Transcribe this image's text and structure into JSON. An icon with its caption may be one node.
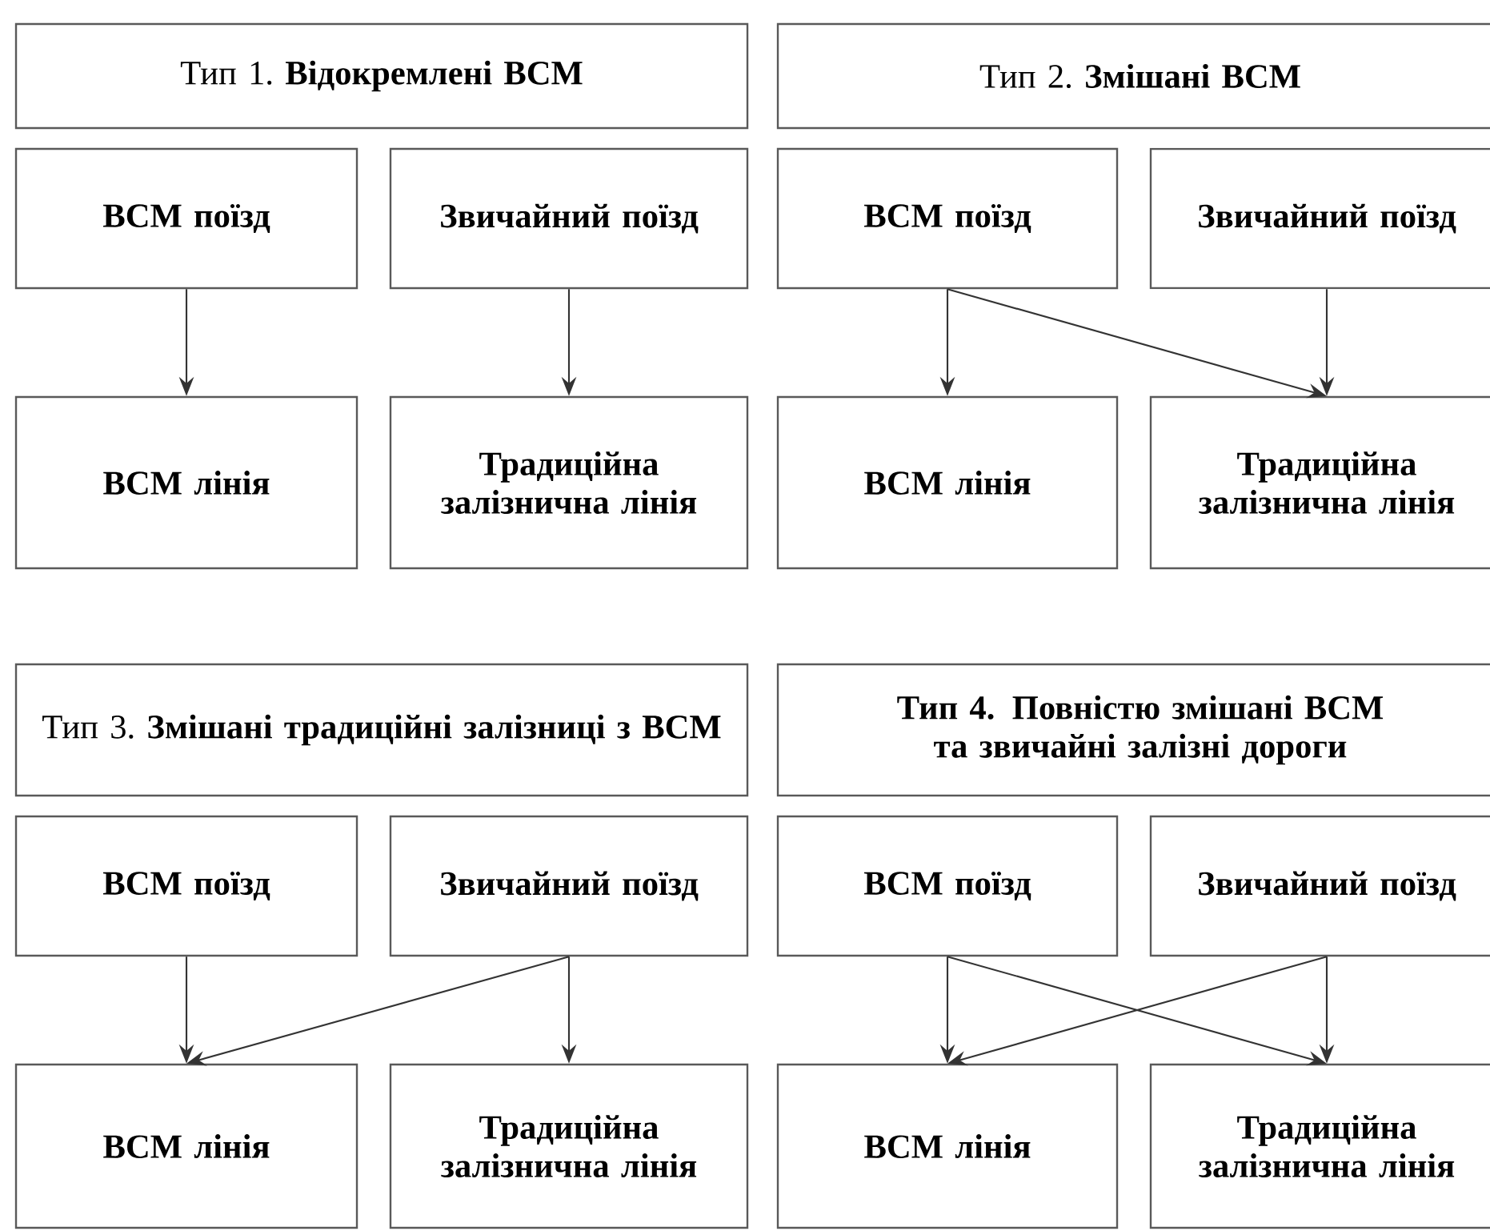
{
  "diagram": {
    "nodes": [
      {
        "text": [
          "Тип 1.",
          "Відокремлені ВСМ"
        ]
      },
      {
        "text": [
          "ВСМ поїзд"
        ]
      },
      {
        "text": [
          "Звичайний поїзд"
        ]
      },
      {
        "text": [
          "ВСМ лінія"
        ]
      },
      {
        "text": [
          "Традиційна залізнична лінія"
        ]
      },
      {
        "text": [
          "Тип 2.",
          "Змішані ВСМ"
        ]
      },
      {
        "text": [
          "ВСМ поїзд"
        ]
      },
      {
        "text": [
          "Звичайний поїзд"
        ]
      },
      {
        "text": [
          "ВСМ лінія"
        ]
      },
      {
        "text": [
          "Традиційна залізнична лінія"
        ]
      },
      {
        "text": [
          "Тип 3.",
          "Змішані традиційні залізниці з ВСМ"
        ]
      },
      {
        "text": [
          "ВСМ поїзд"
        ]
      },
      {
        "text": [
          "Звичайний поїзд"
        ]
      },
      {
        "text": [
          "ВСМ лінія"
        ]
      },
      {
        "text": [
          "Традиційна залізнична лінія"
        ]
      },
      {
        "text": [
          "Тип 4. Повністю змішані ВСМ та звичайні залізні дороги"
        ]
      },
      {
        "text": [
          "ВСМ поїзд"
        ]
      },
      {
        "text": [
          "Звичайний поїзд"
        ]
      },
      {
        "text": [
          "ВСМ лінія"
        ]
      },
      {
        "text": [
          "Традиційна залізнична лінія"
        ]
      }
    ],
    "edges": [
      {
        "from": 1,
        "to": 3,
        "arrow": "to"
      },
      {
        "from": 2,
        "to": 4,
        "arrow": "to"
      },
      {
        "from": 6,
        "to": 8,
        "arrow": "to"
      },
      {
        "from": 6,
        "to": 9,
        "arrow": "to"
      },
      {
        "from": 7,
        "to": 9,
        "arrow": "to"
      },
      {
        "from": 11,
        "to": 13,
        "arrow": "to"
      },
      {
        "from": 12,
        "to": 13,
        "arrow": "to"
      },
      {
        "from": 12,
        "to": 14,
        "arrow": "to"
      },
      {
        "from": 16,
        "to": 18,
        "arrow": "to"
      },
      {
        "from": 16,
        "to": 19,
        "arrow": "to"
      },
      {
        "from": 17,
        "to": 18,
        "arrow": "to"
      },
      {
        "from": 17,
        "to": 19,
        "arrow": "to"
      }
    ]
  }
}
